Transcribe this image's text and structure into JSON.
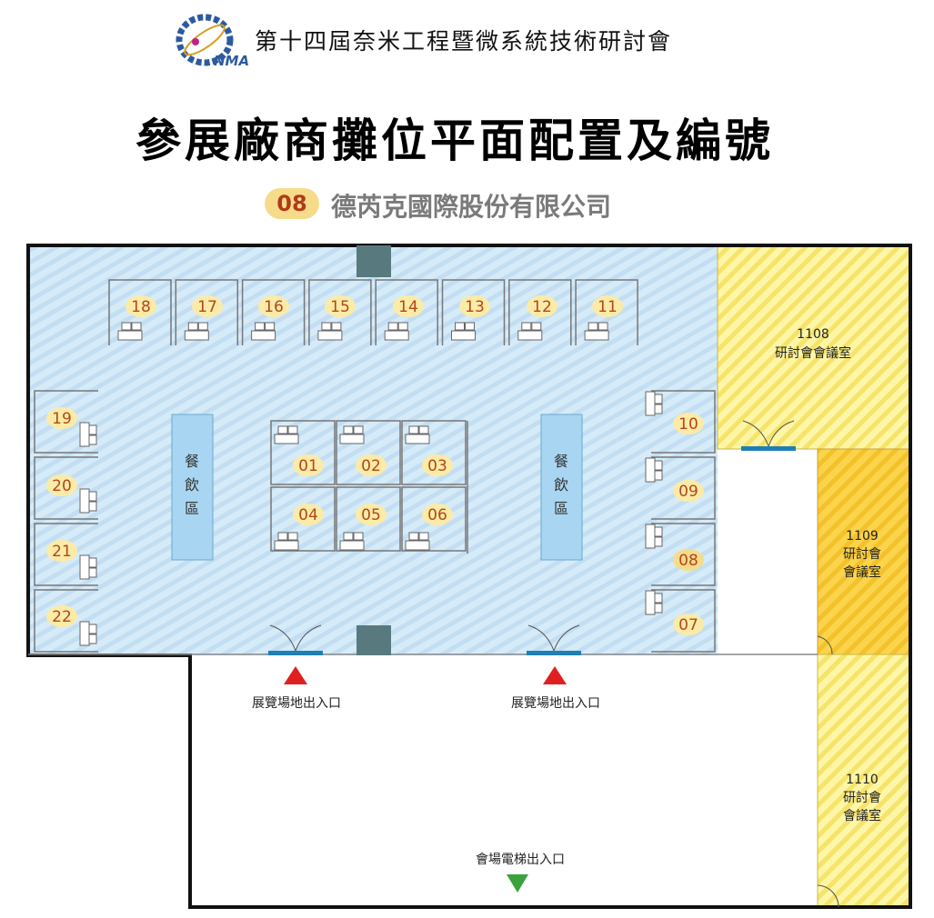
{
  "header": {
    "logo_text": "NMA",
    "conference_title": "第十四屆奈米工程暨微系統技術研討會",
    "main_title": "參展廠商攤位平面配置及編號"
  },
  "highlight": {
    "booth": "08",
    "company": "德芮克國際股份有限公司"
  },
  "colors": {
    "hall_fill": "#cfe7f7",
    "badge": "#f6dc8a",
    "booth_number": "#b2471c",
    "room_yellow": "#fbf08a",
    "room_orange": "#f8c93a",
    "dining": "#a8d6f2",
    "entrance_arrow": "#e02020",
    "elevator_arrow": "#3aa23a"
  },
  "map": {
    "booths": [
      {
        "id": "01"
      },
      {
        "id": "02"
      },
      {
        "id": "03"
      },
      {
        "id": "04"
      },
      {
        "id": "05"
      },
      {
        "id": "06"
      },
      {
        "id": "07"
      },
      {
        "id": "08"
      },
      {
        "id": "09"
      },
      {
        "id": "10"
      },
      {
        "id": "11"
      },
      {
        "id": "12"
      },
      {
        "id": "13"
      },
      {
        "id": "14"
      },
      {
        "id": "15"
      },
      {
        "id": "16"
      },
      {
        "id": "17"
      },
      {
        "id": "18"
      },
      {
        "id": "19"
      },
      {
        "id": "20"
      },
      {
        "id": "21"
      },
      {
        "id": "22"
      }
    ],
    "dining_label": [
      "餐",
      "飲",
      "區"
    ],
    "rooms": {
      "r1108": {
        "number": "1108",
        "line1": "研討會會議室"
      },
      "r1109": {
        "number": "1109",
        "line1": "研討會",
        "line2": "會議室"
      },
      "r1110": {
        "number": "1110",
        "line1": "研討會",
        "line2": "會議室"
      }
    },
    "entrances": {
      "left": "展覽場地出入口",
      "right": "展覽場地出入口",
      "elevator": "會場電梯出入口"
    }
  }
}
